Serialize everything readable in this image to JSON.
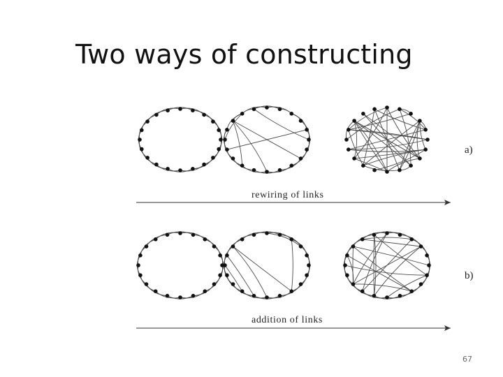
{
  "slide": {
    "title": "Two ways of constructing",
    "page_number": "67"
  },
  "figure": {
    "row_a": {
      "caption": "rewiring of links",
      "tag": "a)"
    },
    "row_b": {
      "caption": "addition of links",
      "tag": "b)"
    }
  },
  "colors": {
    "node": "#111111",
    "edge": "#4a4a4a",
    "arrow": "#333333"
  }
}
